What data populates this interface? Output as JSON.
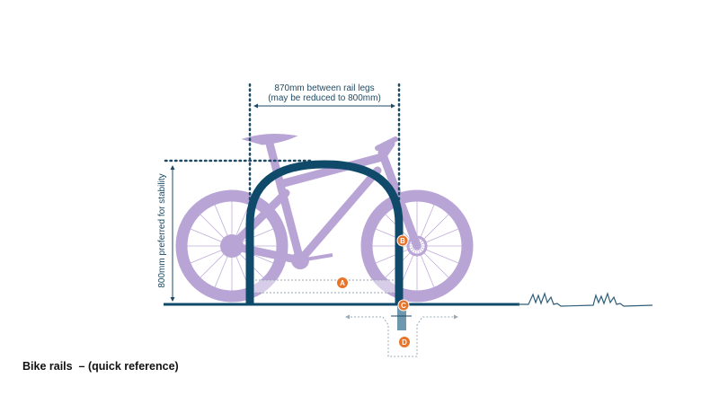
{
  "caption": "Bike rails  – (quick reference)",
  "dimensions": {
    "width_line1": "870mm between rail legs",
    "width_line2": "(may be reduced to 800mm)",
    "height_label": "800mm preferred for stability"
  },
  "badges": [
    {
      "id": "A",
      "label": "A"
    },
    {
      "id": "B",
      "label": "B"
    },
    {
      "id": "C",
      "label": "C"
    },
    {
      "id": "D",
      "label": "D"
    }
  ],
  "colors": {
    "rail": "#0f4a6a",
    "bike": "#b9a4d6",
    "badge": "#e8742a",
    "dim_line": "#1f4a63",
    "footing": "#6e98ad",
    "ground_grass": "#2f5f78"
  }
}
